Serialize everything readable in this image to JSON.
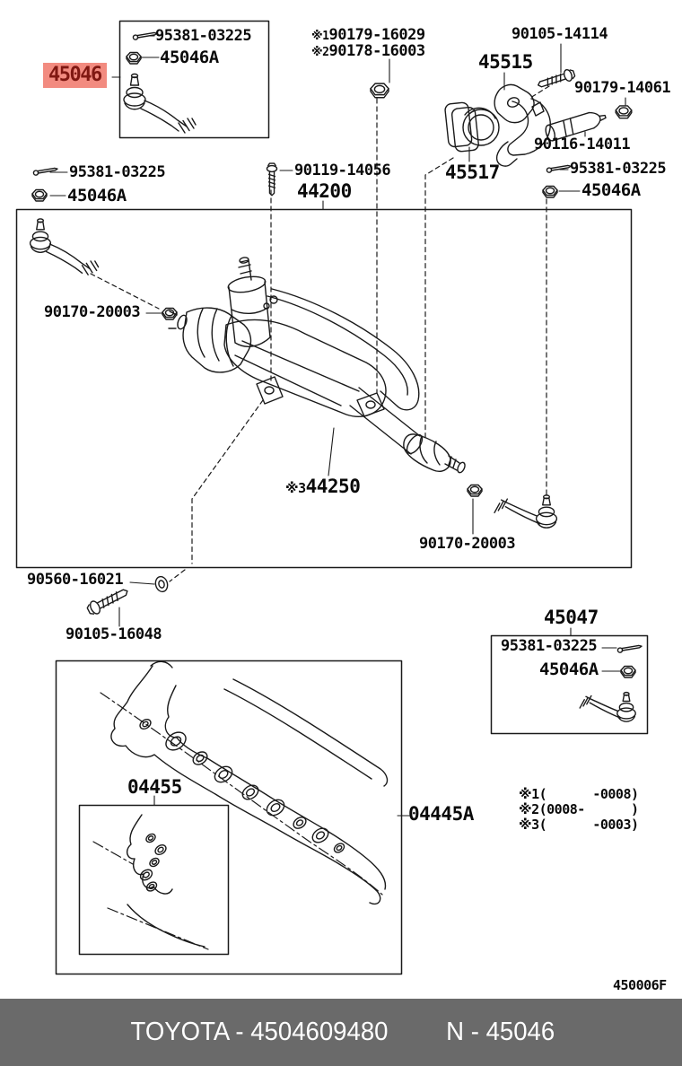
{
  "colors": {
    "highlight_bg": "#f28b80",
    "highlight_text": "#801812",
    "footer_bg": "#6a6a6a",
    "line": "#1a1a1a"
  },
  "highlight": {
    "label": "45046"
  },
  "labels": {
    "tl_pin": "95381-03225",
    "tl_nut": "45046A",
    "left_pin": "95381-03225",
    "left_nut": "45046A",
    "right_pin": "95381-03225",
    "right_nut": "45046A",
    "ref1_prefix": "※1",
    "ref1_num": "90179-16029",
    "ref2_prefix": "※2",
    "ref2_num": "90178-16003",
    "bolt_14114": "90105-14114",
    "clamp": "45515",
    "nut_14061": "90179-14061",
    "collar": "90116-14011",
    "bushing": "45517",
    "bolt_14056": "90119-14056",
    "gear_assy": "44200",
    "nut_20003_left": "90170-20003",
    "rack_prefix": "※3",
    "rack_num": "44250",
    "nut_20003_bottom": "90170-20003",
    "washer_16021": "90560-16021",
    "bolt_16048": "90105-16048",
    "tie_rod_kit": "45047",
    "kit_pin": "95381-03225",
    "kit_nut": "45046A",
    "gasket_kit": "04455",
    "gasket_kit_b": "04445A"
  },
  "notes": {
    "n1": "※1(      -0008)",
    "n2": "※2(0008-      )",
    "n3": "※3(      -0003)"
  },
  "figure_code": "450006F",
  "footer": {
    "left": "TOYOTA - 4504609480",
    "right": "N - 45046"
  }
}
